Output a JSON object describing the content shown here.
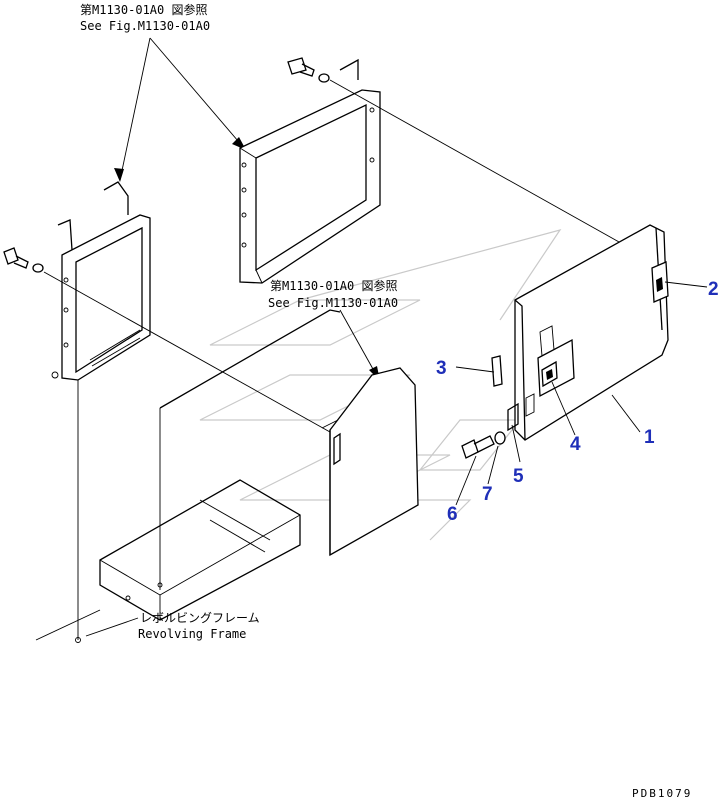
{
  "notes": {
    "top_ref_jp": "第M1130-01A0 図参照",
    "top_ref_en": "See Fig.M1130-01A0",
    "mid_ref_jp": "第M1130-01A0 図参照",
    "mid_ref_en": "See Fig.M1130-01A0",
    "frame_jp": "レボルビングフレーム",
    "frame_en": "Revolving Frame"
  },
  "callouts": {
    "c1": "1",
    "c2": "2",
    "c3": "3",
    "c4": "4",
    "c5": "5",
    "c6": "6",
    "c7": "7"
  },
  "drawing_code": "PDB1079",
  "colors": {
    "callout": "#1f2fb8",
    "line": "#000000",
    "watermark": "#c9c9c9"
  }
}
